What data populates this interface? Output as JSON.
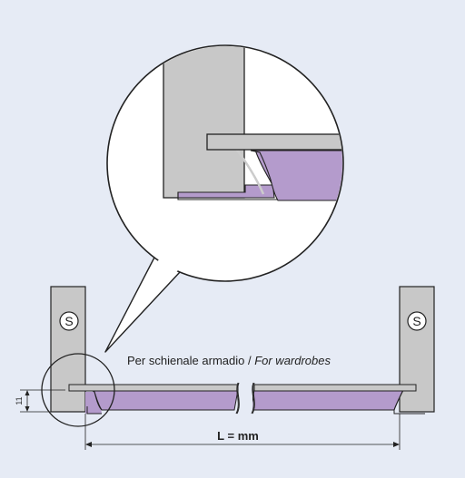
{
  "caption": {
    "italian": "Per schienale armadio / ",
    "english": "For wardrobes"
  },
  "dimension_label": "L = mm",
  "height_label": "11",
  "side_symbol": "S",
  "colors": {
    "background": "#e6ebf5",
    "panel": "#c8c8c8",
    "seal": "#b49bcc",
    "outline": "#222222",
    "zoom_fill": "#ffffff"
  }
}
